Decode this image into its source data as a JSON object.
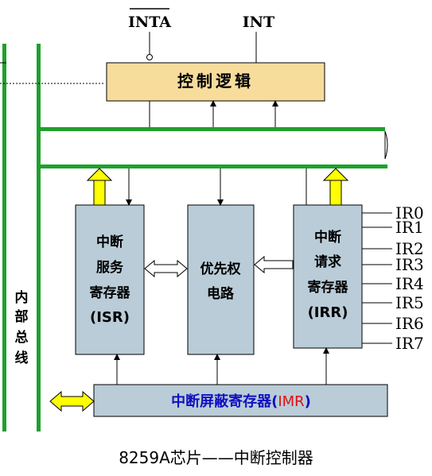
{
  "signals": {
    "inta": "INTA",
    "int": "INT"
  },
  "blocks": {
    "control_logic": "控制逻辑",
    "isr": [
      "中断",
      "服务",
      "寄存器",
      "(ISR)"
    ],
    "priority": [
      "优先权",
      "电路"
    ],
    "irr": [
      "中断",
      "请求",
      "寄存器",
      "(IRR)"
    ],
    "imr_prefix": "中断屏蔽寄存器(",
    "imr_highlight": "IMR",
    "imr_suffix": ")"
  },
  "internal_bus_label": [
    "内",
    "部",
    "总",
    "线"
  ],
  "ir_lines": [
    "IR0",
    "IR1",
    "IR2",
    "IR3",
    "IR4",
    "IR5",
    "IR6",
    "IR7"
  ],
  "caption": "8259A芯片——中断控制器",
  "colors": {
    "bus_green": "#1fa02d",
    "control_fill": "#f7dc9c",
    "register_fill": "#b9ccd8",
    "yellow_arrow": "#ffff00",
    "imr_text_blue": "#1010c0",
    "imr_text_red": "#e01010"
  }
}
